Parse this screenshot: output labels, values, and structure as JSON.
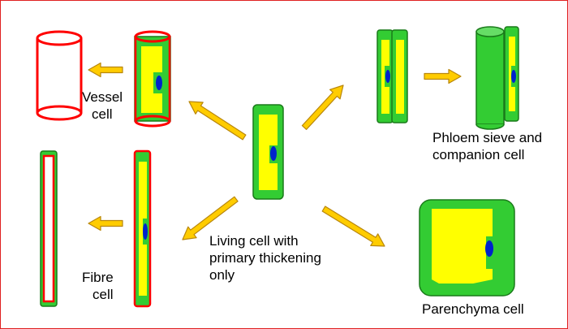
{
  "labels": {
    "vessel": [
      "Vessel",
      "cell"
    ],
    "phloem": [
      "Phloem sieve and",
      "companion cell"
    ],
    "fibre": [
      "Fibre",
      "cell"
    ],
    "living": [
      "Living cell with",
      "primary thickening",
      "only"
    ],
    "parenchyma": "Parenchyma cell"
  },
  "colors": {
    "wall": "#33cc33",
    "wall_stroke": "#1a7a1a",
    "cytoplasm": "#ffff00",
    "nucleus": "#0022cc",
    "lignin": "#ff0000",
    "arrow_fill": "#ffcc00",
    "arrow_stroke": "#b8860b",
    "border": "#e02020"
  },
  "icons": {
    "transition_arrow": "arrow-icon"
  }
}
